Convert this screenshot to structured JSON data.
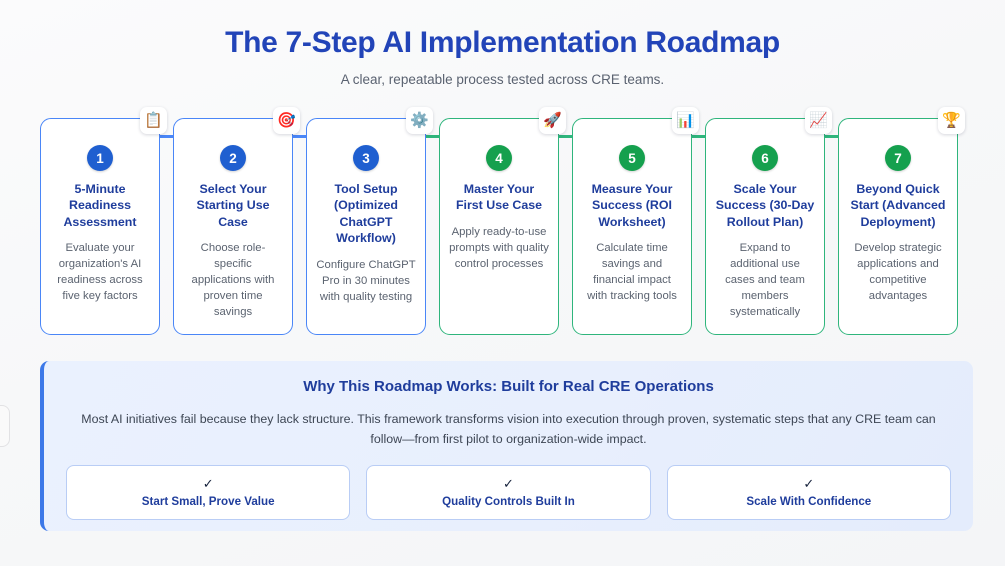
{
  "header": {
    "title": "The 7-Step AI Implementation Roadmap",
    "subtitle": "A clear, repeatable process tested across CRE teams."
  },
  "colors": {
    "primary_blue": "#1f3d9c",
    "title_blue": "#2244b8",
    "card_border_blue": "#4a86f7",
    "card_border_green": "#2fb57c",
    "badge_blue": "#1f5fd0",
    "badge_green": "#15a04e",
    "panel_accent": "#3c78e8",
    "body_text": "#5b6370"
  },
  "steps": [
    {
      "number": "1",
      "icon": "clipboard-icon",
      "icon_glyph": "📋",
      "title": "5-Minute Readiness Assessment",
      "description": "Evaluate your organization's AI readiness across five key factors",
      "accent": "blue"
    },
    {
      "number": "2",
      "icon": "dart-target-icon",
      "icon_glyph": "🎯",
      "title": "Select Your Starting Use Case",
      "description": "Choose role-specific applications with proven time savings",
      "accent": "blue"
    },
    {
      "number": "3",
      "icon": "gear-icon",
      "icon_glyph": "⚙️",
      "title": "Tool Setup (Optimized ChatGPT Workflow)",
      "description": "Configure ChatGPT Pro in 30 minutes with quality testing",
      "accent": "blue"
    },
    {
      "number": "4",
      "icon": "rocket-icon",
      "icon_glyph": "🚀",
      "title": "Master Your First Use Case",
      "description": "Apply ready-to-use prompts with quality control processes",
      "accent": "green"
    },
    {
      "number": "5",
      "icon": "bar-chart-icon",
      "icon_glyph": "📊",
      "title": "Measure Your Success (ROI Worksheet)",
      "description": "Calculate time savings and financial impact with tracking tools",
      "accent": "green"
    },
    {
      "number": "6",
      "icon": "chart-increasing-icon",
      "icon_glyph": "📈",
      "title": "Scale Your Success (30-Day Rollout Plan)",
      "description": "Expand to additional use cases and team members systematically",
      "accent": "green"
    },
    {
      "number": "7",
      "icon": "trophy-icon",
      "icon_glyph": "🏆",
      "title": "Beyond Quick Start (Advanced Deployment)",
      "description": "Develop strategic applications and competitive advantages",
      "accent": "green"
    }
  ],
  "panel": {
    "title": "Why This Roadmap Works: Built for Real CRE Operations",
    "text": "Most AI initiatives fail because they lack structure. This framework transforms vision into execution through proven, systematic steps that any CRE team can follow—from first pilot to organization-wide impact.",
    "pills": [
      {
        "check": "✓",
        "label": "Start Small, Prove Value"
      },
      {
        "check": "✓",
        "label": "Quality Controls Built In"
      },
      {
        "check": "✓",
        "label": "Scale With Confidence"
      }
    ]
  }
}
